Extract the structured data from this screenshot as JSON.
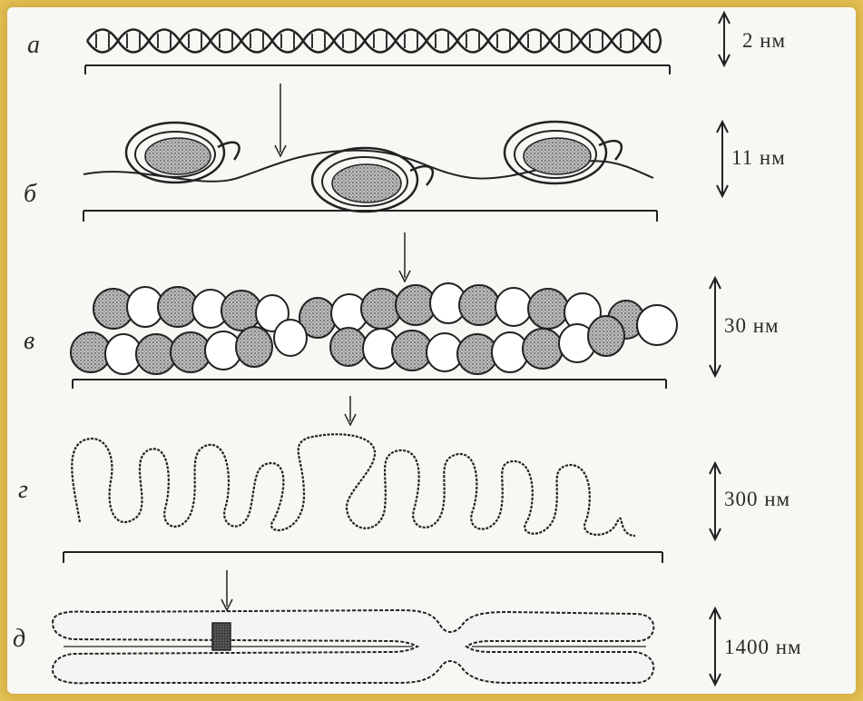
{
  "diagram": {
    "stages": [
      {
        "letter": "а",
        "scale": "2 нм"
      },
      {
        "letter": "б",
        "scale": "11 нм"
      },
      {
        "letter": "в",
        "scale": "30 нм"
      },
      {
        "letter": "г",
        "scale": "300 нм"
      },
      {
        "letter": "д",
        "scale": "1400 нм"
      }
    ]
  }
}
